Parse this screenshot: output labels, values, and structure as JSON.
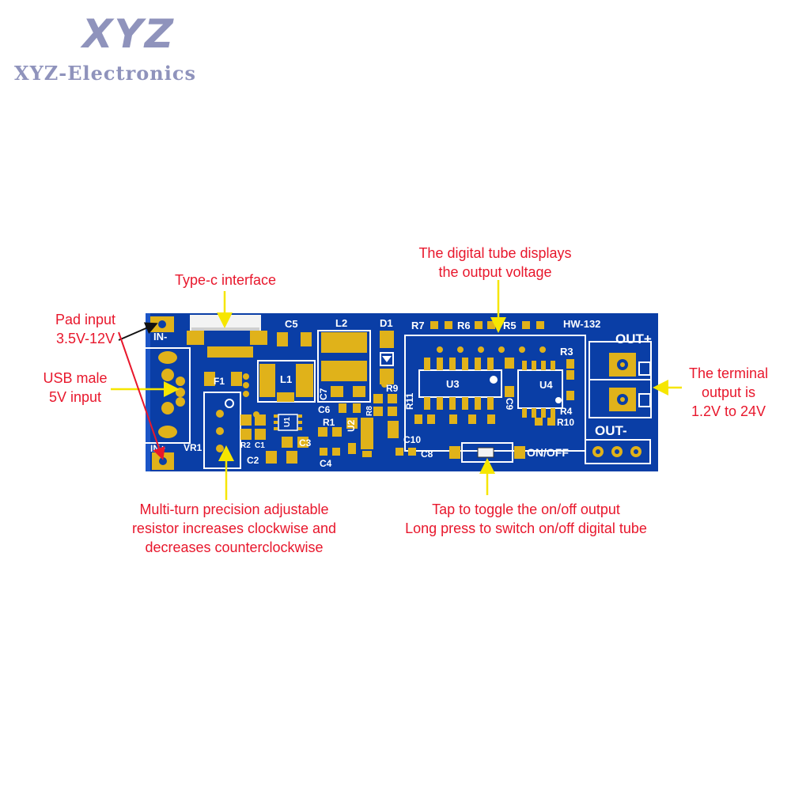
{
  "logo": {
    "brand": "XYZ",
    "name": "XYZ-Electronics"
  },
  "annotations": {
    "pad_input": [
      "Pad input",
      "3.5V-12V"
    ],
    "usb_input": [
      "USB male",
      "5V input"
    ],
    "type_c": "Type-c interface",
    "digital_tube": [
      "The digital tube displays",
      "the output voltage"
    ],
    "terminal_output": [
      "The terminal",
      "output is",
      "1.2V to 24V"
    ],
    "resistor": [
      "Multi-turn precision adjustable",
      "resistor increases clockwise and",
      "decreases counterclockwise"
    ],
    "button": [
      "Tap to toggle the on/off output",
      "Long press to switch on/off digital tube"
    ]
  },
  "board": {
    "model": "HW-132",
    "labels": {
      "in_minus": "IN-",
      "in_plus": "IN+",
      "out_plus": "OUT+",
      "out_minus": "OUT-",
      "on_off": "ON/OFF",
      "c5": "C5",
      "l2": "L2",
      "d1": "D1",
      "r7": "R7",
      "r6": "R6",
      "r5": "R5",
      "r3": "R3",
      "f1": "F1",
      "l1": "L1",
      "c7": "C7",
      "r9": "R9",
      "u3": "U3",
      "c9": "C9",
      "u4": "U4",
      "r11": "R11",
      "r4": "R4",
      "r10": "R10",
      "c6": "C6",
      "r8": "R8",
      "u2": "U2",
      "u1": "U1",
      "r1": "R1",
      "vr1": "VR1",
      "r2": "R2",
      "c1": "C1",
      "c3": "C3",
      "c2": "C2",
      "c4": "C4",
      "c10": "C10",
      "c8": "C8"
    }
  },
  "colors": {
    "board": "#0a3ea6",
    "pad": "#e0b21a",
    "annotation": "#e8172c",
    "arrow": "#f6e600"
  }
}
